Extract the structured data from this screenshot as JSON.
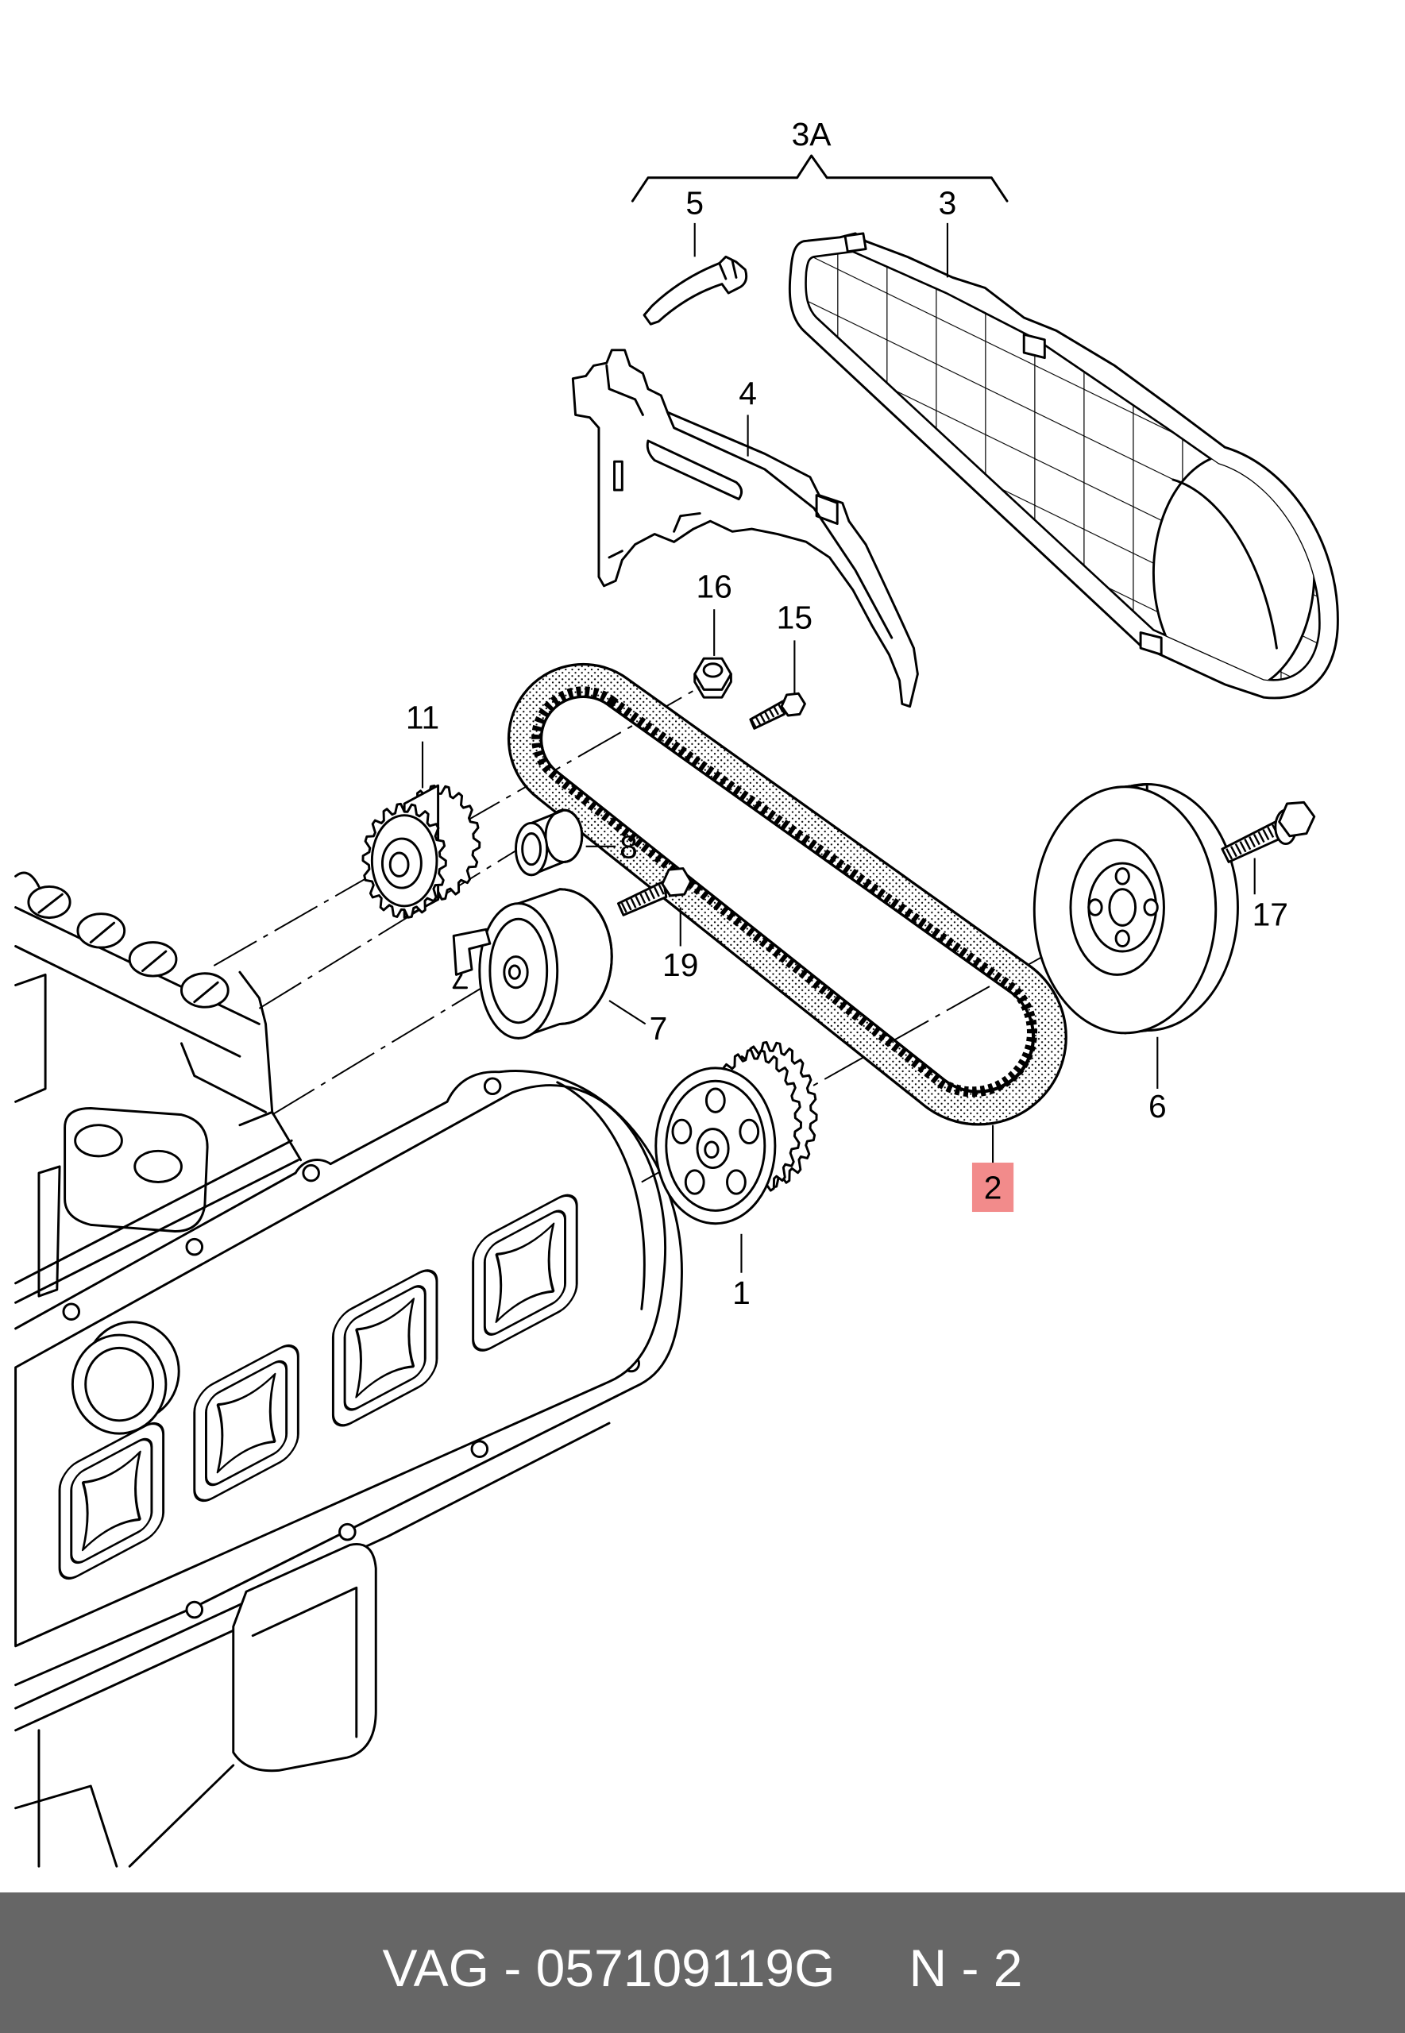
{
  "callouts": [
    {
      "label": "3A"
    },
    {
      "label": "5"
    },
    {
      "label": "3"
    },
    {
      "label": "4"
    },
    {
      "label": "16"
    },
    {
      "label": "15"
    },
    {
      "label": "11"
    },
    {
      "label": "8"
    },
    {
      "label": "17"
    },
    {
      "label": "19"
    },
    {
      "label": "7"
    },
    {
      "label": "6"
    },
    {
      "label": "2",
      "highlighted": true
    },
    {
      "label": "1"
    }
  ],
  "colors": {
    "highlight": "#f28b8b",
    "footer_background": "#666666",
    "footer_text": "#ffffff"
  },
  "footer": {
    "part_label": "VAG - 057109119G",
    "position_label": "N - 2"
  }
}
